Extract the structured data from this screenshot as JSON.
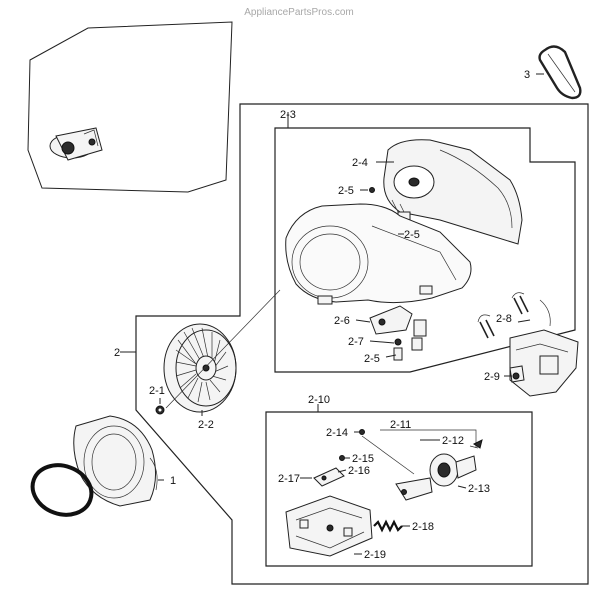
{
  "watermark": "AppliancePartsPros.com",
  "callouts": {
    "c1": "1",
    "c2": "2",
    "c2_1": "2-1",
    "c2_2": "2-2",
    "c2_3": "2-3",
    "c2_4": "2-4",
    "c2_5a": "2-5",
    "c2_5b": "2-5",
    "c2_5c": "2-5",
    "c2_6": "2-6",
    "c2_7": "2-7",
    "c2_8": "2-8",
    "c2_9": "2-9",
    "c2_10": "2-10",
    "c2_11": "2-11",
    "c2_12": "2-12",
    "c2_13": "2-13",
    "c2_14": "2-14",
    "c2_15": "2-15",
    "c2_16": "2-16",
    "c2_17": "2-17",
    "c2_18": "2-18",
    "c2_19": "2-19",
    "c3": "3"
  }
}
